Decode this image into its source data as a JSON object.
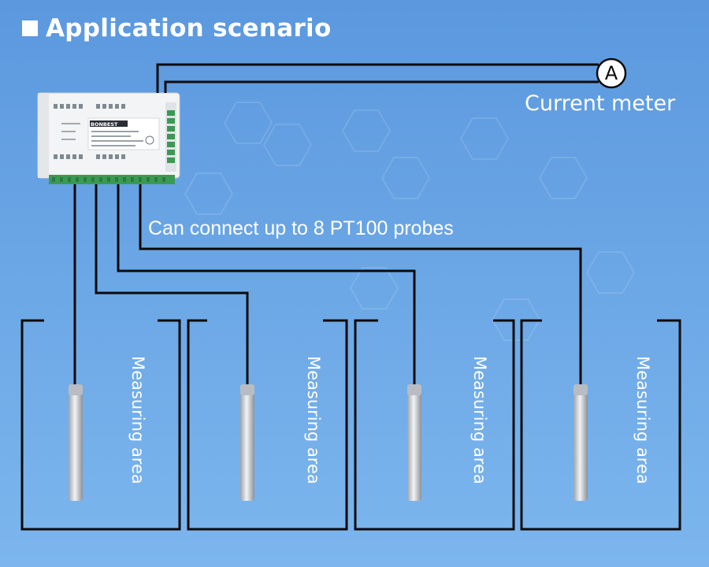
{
  "title": "Application scenario",
  "meter": {
    "symbol": "A",
    "label": "Current meter"
  },
  "probes_note": "Can connect up to 8 PT100 probes",
  "device": {
    "brand": "BONBEST"
  },
  "areas": [
    {
      "label": "Measuring area"
    },
    {
      "label": "Measuring area"
    },
    {
      "label": "Measuring area"
    },
    {
      "label": "Measuring area"
    }
  ],
  "colors": {
    "background": "#6aa6e5",
    "wire": "#0b0b0b",
    "text": "#ffffff",
    "probe": "#c9cdd2"
  }
}
